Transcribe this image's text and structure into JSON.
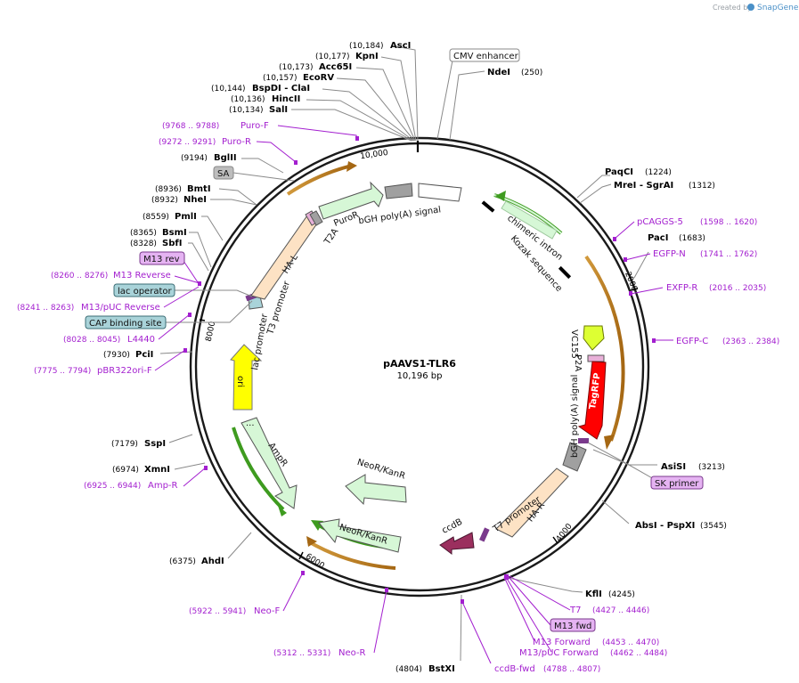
{
  "credit": {
    "prefix": "Created by",
    "brand": "SnapGene"
  },
  "plasmid": {
    "name": "pAAVS1-TLR6",
    "length_label": "10,196 bp",
    "length": 10196
  },
  "ticks": [
    {
      "bp": 2000,
      "label": "2000"
    },
    {
      "bp": 4000,
      "label": "4000"
    },
    {
      "bp": 6000,
      "label": "6000"
    },
    {
      "bp": 8000,
      "label": "8000"
    },
    {
      "bp": 10000,
      "label": "10,000"
    }
  ],
  "sites": [
    {
      "id": "asci",
      "name": "AscI",
      "pos": "(10,184)"
    },
    {
      "id": "kpni",
      "name": "KpnI",
      "pos": "(10,177)"
    },
    {
      "id": "acc65i",
      "name": "Acc65I",
      "pos": "(10,173)"
    },
    {
      "id": "ecorv",
      "name": "EcoRV",
      "pos": "(10,157)"
    },
    {
      "id": "bspdi-clai",
      "name": "BspDI - ClaI",
      "pos": "(10,144)"
    },
    {
      "id": "hincii",
      "name": "HincII",
      "pos": "(10,136)"
    },
    {
      "id": "sali",
      "name": "SalI",
      "pos": "(10,134)"
    },
    {
      "id": "bglii",
      "name": "BglII",
      "pos": "(9194)"
    },
    {
      "id": "bmti",
      "name": "BmtI",
      "pos": "(8936)"
    },
    {
      "id": "nhei",
      "name": "NheI",
      "pos": "(8932)"
    },
    {
      "id": "pmli",
      "name": "PmlI",
      "pos": "(8559)"
    },
    {
      "id": "bsmi",
      "name": "BsmI",
      "pos": "(8365)"
    },
    {
      "id": "sbfi",
      "name": "SbfI",
      "pos": "(8328)"
    },
    {
      "id": "pcii",
      "name": "PciI",
      "pos": "(7930)"
    },
    {
      "id": "sspi",
      "name": "SspI",
      "pos": "(7179)"
    },
    {
      "id": "xmni",
      "name": "XmnI",
      "pos": "(6974)"
    },
    {
      "id": "ahdi",
      "name": "AhdI",
      "pos": "(6375)"
    },
    {
      "id": "bstxi",
      "name": "BstXI",
      "pos": "(4804)"
    },
    {
      "id": "kfli",
      "name": "KflI",
      "pos": "(4245)"
    },
    {
      "id": "absi-pspxi",
      "name": "AbsI - PspXI",
      "pos": "(3545)"
    },
    {
      "id": "asisi",
      "name": "AsiSI",
      "pos": "(3213)"
    },
    {
      "id": "paci",
      "name": "PacI",
      "pos": "(1683)"
    },
    {
      "id": "mrei-sgrai",
      "name": "MreI - SgrAI",
      "pos": "(1312)"
    },
    {
      "id": "paqci",
      "name": "PaqCI",
      "pos": "(1224)"
    },
    {
      "id": "ndei",
      "name": "NdeI",
      "pos": "(250)"
    }
  ],
  "primers": [
    {
      "id": "puro-f",
      "name": "Puro-F",
      "pos": "(9768 .. 9788)"
    },
    {
      "id": "puro-r",
      "name": "Puro-R",
      "pos": "(9272 .. 9291)"
    },
    {
      "id": "m13-reverse",
      "name": "M13 Reverse",
      "pos": "(8260 .. 8276)"
    },
    {
      "id": "m13-puc-reverse",
      "name": "M13/pUC Reverse",
      "pos": "(8241 .. 8263)"
    },
    {
      "id": "l4440",
      "name": "L4440",
      "pos": "(8028 .. 8045)"
    },
    {
      "id": "pbr322ori-f",
      "name": "pBR322ori-F",
      "pos": "(7775 .. 7794)"
    },
    {
      "id": "amp-r",
      "name": "Amp-R",
      "pos": "(6925 .. 6944)"
    },
    {
      "id": "neo-f",
      "name": "Neo-F",
      "pos": "(5922 .. 5941)"
    },
    {
      "id": "neo-r",
      "name": "Neo-R",
      "pos": "(5312 .. 5331)"
    },
    {
      "id": "ccdb-fwd",
      "name": "ccdB-fwd",
      "pos": "(4788 .. 4807)"
    },
    {
      "id": "m13-puc-forward",
      "name": "M13/pUC Forward",
      "pos": "(4462 .. 4484)"
    },
    {
      "id": "m13-forward",
      "name": "M13 Forward",
      "pos": "(4453 .. 4470)"
    },
    {
      "id": "t7",
      "name": "T7",
      "pos": "(4427 .. 4446)"
    },
    {
      "id": "egfp-c",
      "name": "EGFP-C",
      "pos": "(2363 .. 2384)"
    },
    {
      "id": "exfp-r",
      "name": "EXFP-R",
      "pos": "(2016 .. 2035)"
    },
    {
      "id": "egfp-n",
      "name": "EGFP-N",
      "pos": "(1741 .. 1762)"
    },
    {
      "id": "pcaggs-5",
      "name": "pCAGGS-5",
      "pos": "(1598 .. 1620)"
    }
  ],
  "boxed_labels": [
    {
      "id": "cmv-enhancer",
      "text": "CMV enhancer",
      "fill": "#ffffff",
      "stroke": "#888888"
    },
    {
      "id": "sa",
      "text": "SA",
      "fill": "#bdbdbd",
      "stroke": "#888888"
    },
    {
      "id": "m13-rev",
      "text": "M13 rev",
      "fill": "#e5b3f2",
      "stroke": "#7a3a8c"
    },
    {
      "id": "lac-operator",
      "text": "lac operator",
      "fill": "#a9d3d9",
      "stroke": "#3b6d75"
    },
    {
      "id": "cap-binding-site",
      "text": "CAP binding site",
      "fill": "#a9d3d9",
      "stroke": "#3b6d75"
    },
    {
      "id": "sk-primer",
      "text": "SK primer",
      "fill": "#e5b3f2",
      "stroke": "#7a3a8c"
    },
    {
      "id": "m13-fwd",
      "text": "M13 fwd",
      "fill": "#e5b3f2",
      "stroke": "#7a3a8c"
    }
  ],
  "features": [
    {
      "id": "bgh-polya-signal-top",
      "text": "bGH poly(A) signal"
    },
    {
      "id": "chimeric-intron",
      "text": "chimeric intron"
    },
    {
      "id": "kozak-sequence",
      "text": "Kozak sequence"
    },
    {
      "id": "vc155",
      "text": "VC155"
    },
    {
      "id": "p2a",
      "text": "P2A"
    },
    {
      "id": "tagrfp",
      "text": "TagRFP"
    },
    {
      "id": "bgh-polya-signal-right",
      "text": "bGH poly(A) signal"
    },
    {
      "id": "ha-r",
      "text": "HA-R"
    },
    {
      "id": "t7-promoter",
      "text": "T7 promoter"
    },
    {
      "id": "ccdb",
      "text": "ccdB"
    },
    {
      "id": "neo-kan-outer",
      "text": "NeoR/KanR"
    },
    {
      "id": "neo-kan-inner",
      "text": "NeoR/KanR"
    },
    {
      "id": "ampr",
      "text": "AmpR"
    },
    {
      "id": "ori",
      "text": "ori"
    },
    {
      "id": "lac-promoter",
      "text": "lac promoter"
    },
    {
      "id": "t3-promoter",
      "text": "T3 promoter"
    },
    {
      "id": "ha-l",
      "text": "HA-L"
    },
    {
      "id": "t2a",
      "text": "T2A"
    },
    {
      "id": "puror",
      "text": "PuroR"
    },
    {
      "id": "ellipsis",
      "text": "..."
    }
  ],
  "colors": {
    "backbone": "#1a1a1a",
    "primer": "#a31fcf",
    "site_line": "#8a8a8a",
    "homology_arm": "#fde2c4",
    "marker_green": "#d6f7d6",
    "ori": "#ffff00",
    "tagrfp": "#ff0000",
    "vc155": "#ddff33",
    "ccdb": "#9b2f5e",
    "bgh": "#a0a0a0",
    "orf_orange": "#c7861f",
    "orf_green": "#3e9b1f"
  }
}
